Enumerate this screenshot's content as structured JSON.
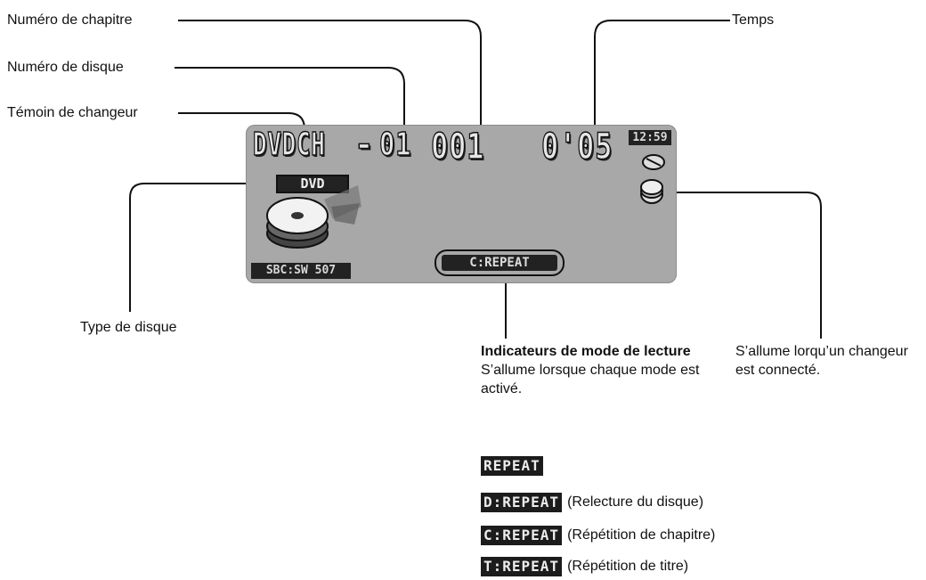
{
  "labels": {
    "chapter_number": "Numéro de chapitre",
    "disc_number": "Numéro de disque",
    "changer_indicator": "Témoin de changeur",
    "time": "Temps",
    "disc_type": "Type de disque",
    "changer_connected": "S’allume lorqu’un changeur est connecté.",
    "play_mode_title": "Indicateurs de mode de lecture",
    "play_mode_desc": "S’allume lorsque chaque mode est activé."
  },
  "lcd": {
    "source": "DVDCH",
    "separator": "-",
    "disc": "01",
    "chapter": "001",
    "time": "0'05",
    "clock": "12:59",
    "disc_type": "DVD",
    "settings": "SBC:SW 507",
    "mode": "C:REPEAT"
  },
  "modes": [
    {
      "badge": "REPEAT",
      "desc": ""
    },
    {
      "badge": "D:REPEAT",
      "desc": "(Relecture du disque)"
    },
    {
      "badge": "C:REPEAT",
      "desc": "(Répétition de chapitre)"
    },
    {
      "badge": "T:REPEAT",
      "desc": "(Répétition de titre)"
    }
  ]
}
